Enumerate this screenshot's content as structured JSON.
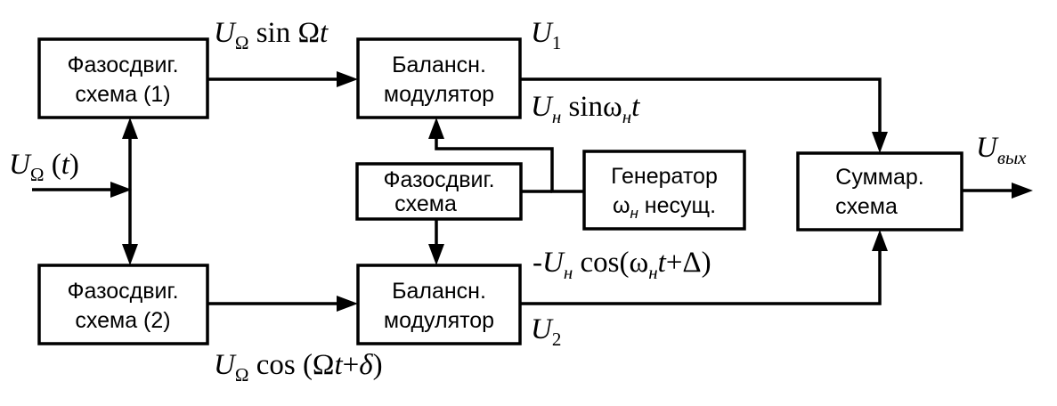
{
  "blocks": {
    "phase1": {
      "line1": "Фазосдвиг.",
      "line2": "схема (1)"
    },
    "phase2": {
      "line1": "Фазосдвиг.",
      "line2": "схема (2)"
    },
    "phase_mid": {
      "line1": "Фазосдвиг.",
      "line2": "схема"
    },
    "mod_top": {
      "line1": "Балансн.",
      "line2": "модулятор"
    },
    "mod_bottom": {
      "line1": "Балансн.",
      "line2": "модулятор"
    },
    "generator": {
      "line1": "Генератор",
      "line2_sym": "ω",
      "line2_sub": "н",
      "line2_rest": " несущ."
    },
    "summer": {
      "line1": "Суммар.",
      "line2": "схема"
    }
  },
  "signals": {
    "input": {
      "u": "U",
      "sub": "Ω",
      "rest": " (",
      "t": "t",
      "close": ")"
    },
    "top_mod_in": {
      "u": "U",
      "sub": "Ω",
      "rest": " sin Ω",
      "t": "t"
    },
    "u1": {
      "u": "U",
      "sub": "1"
    },
    "carrier_top": {
      "u": "U",
      "sub": "н",
      "rest": " sinω",
      "sub2": "н",
      "t": "t"
    },
    "carrier_bottom": {
      "pre": "-",
      "u": "U",
      "sub": "н",
      "rest": " cos(ω",
      "sub2": "н",
      "t": "t",
      "tail": "+Δ)"
    },
    "bottom_mod_in": {
      "u": "U",
      "sub": "Ω",
      "rest": " cos (Ω",
      "t": "t",
      "plus": "+",
      "delta": "δ",
      "close": ")"
    },
    "u2": {
      "u": "U",
      "sub": "2"
    },
    "output": {
      "u": "U",
      "sub": "вых"
    }
  }
}
